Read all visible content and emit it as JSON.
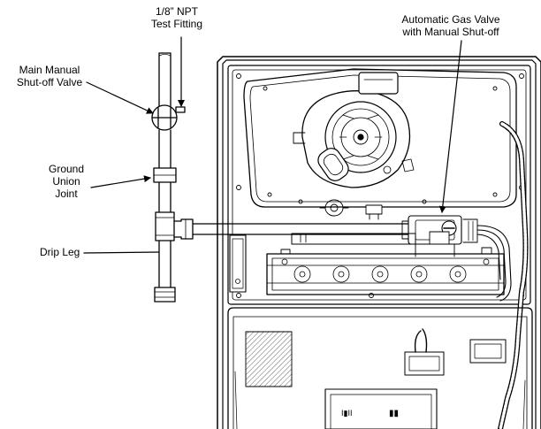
{
  "labels": {
    "test_fitting": [
      "1/8” NPT",
      "Test Fitting"
    ],
    "main_valve": [
      "Main Manual",
      "Shut-off Valve"
    ],
    "ground_union": [
      "Ground",
      "Union",
      "Joint"
    ],
    "drip_leg": [
      "Drip Leg"
    ],
    "gas_valve": [
      "Automatic Gas Valve",
      "with Manual Shut-off"
    ]
  },
  "panel_text": {
    "control_board": "I▮II",
    "terminal": "▮▮"
  }
}
